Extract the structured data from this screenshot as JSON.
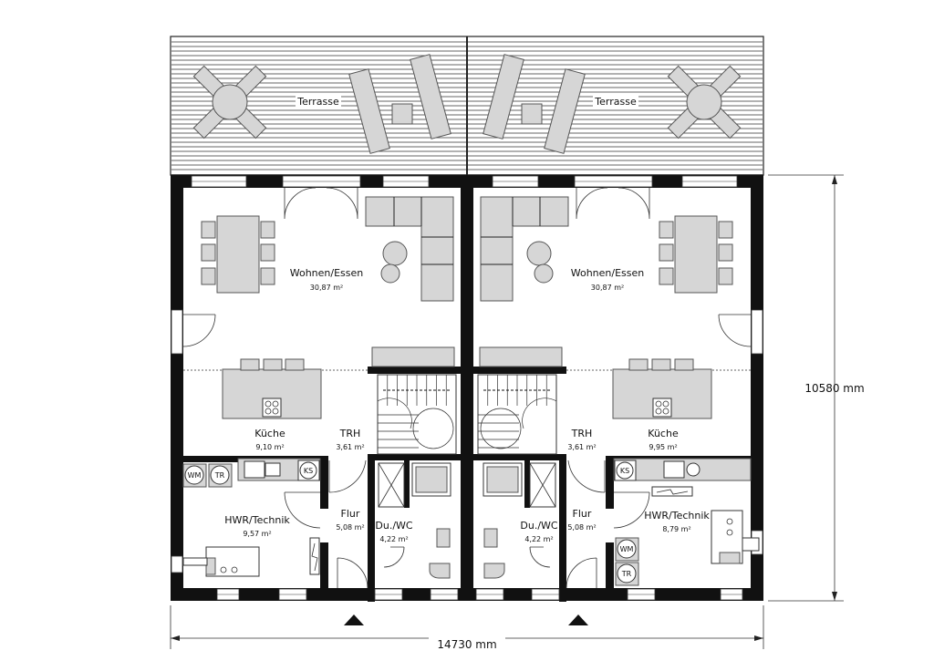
{
  "dimensions": {
    "width": "14730 mm",
    "height": "10580 mm"
  },
  "left_unit": {
    "terrace": "Terrasse",
    "living": {
      "name": "Wohnen/Essen",
      "area": "30,87 m²"
    },
    "kitchen": {
      "name": "Küche",
      "area": "9,10 m²"
    },
    "stair": {
      "name": "TRH",
      "area": "3,61 m²"
    },
    "utility": {
      "name": "HWR/Technik",
      "area": "9,57 m²"
    },
    "hall": {
      "name": "Flur",
      "area": "5,08 m²"
    },
    "wc": {
      "name": "Du./WC",
      "area": "4,22 m²"
    },
    "appliances": {
      "washer": "WM",
      "dryer": "TR",
      "fridge": "KS"
    }
  },
  "right_unit": {
    "terrace": "Terrasse",
    "living": {
      "name": "Wohnen/Essen",
      "area": "30,87 m²"
    },
    "kitchen": {
      "name": "Küche",
      "area": "9,95 m²"
    },
    "stair": {
      "name": "TRH",
      "area": "3,61 m²"
    },
    "utility": {
      "name": "HWR/Technik",
      "area": "8,79 m²"
    },
    "hall": {
      "name": "Flur",
      "area": "5,08 m²"
    },
    "wc": {
      "name": "Du./WC",
      "area": "4,22 m²"
    },
    "appliances": {
      "washer": "WM",
      "dryer": "TR",
      "fridge": "KS"
    }
  }
}
